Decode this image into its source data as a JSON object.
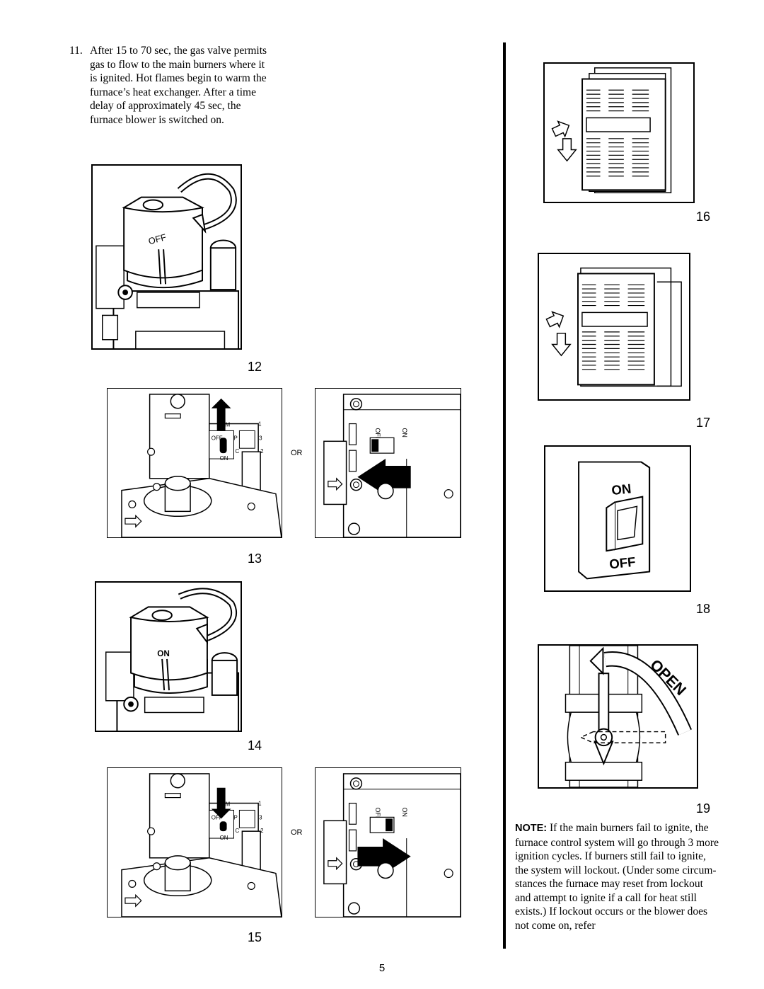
{
  "step": {
    "number": "11.",
    "text": "After 15 to 70 sec, the gas valve permits gas to flow to the main burners where it is ignited. Hot flames begin to warm the furnace’s heat exchanger. After a time delay of approximately 45 sec, the furnace blower is switched on."
  },
  "figures": {
    "f12": {
      "number": "12",
      "knob_label": "OFF"
    },
    "f13": {
      "number": "13",
      "or": "OR",
      "switch_m": "M",
      "switch_off": "OFF",
      "switch_on": "ON",
      "switch_p": "P",
      "switch_c": "C",
      "term_1": "1",
      "term_3": "3",
      "term_2": "2",
      "rocker_off": "OFF",
      "rocker_on": "ON"
    },
    "f14": {
      "number": "14",
      "knob_label": "ON"
    },
    "f15": {
      "number": "15",
      "or": "OR",
      "switch_m": "M",
      "switch_off": "OFF",
      "switch_on": "ON",
      "switch_p": "P",
      "switch_c": "C",
      "term_1": "1",
      "term_3": "3",
      "term_2": "2",
      "rocker_off": "OFF",
      "rocker_on": "ON"
    },
    "f16": {
      "number": "16"
    },
    "f17": {
      "number": "17"
    },
    "f18": {
      "number": "18",
      "switch_on": "ON",
      "switch_off": "OFF"
    },
    "f19": {
      "number": "19",
      "valve_label": "OPEN"
    }
  },
  "note": {
    "label": "NOTE:",
    "text": " If the main burners fail to ignite, the furnace control system will go through 3 more ignition cycles. If burners still fail to ignite, the system will lockout. (Under some circum- stances the furnace may reset from lockout and attempt to ignite if a call for heat still exists.) If lockout occurs or the blower does not come on, refer"
  },
  "page_number": "5"
}
